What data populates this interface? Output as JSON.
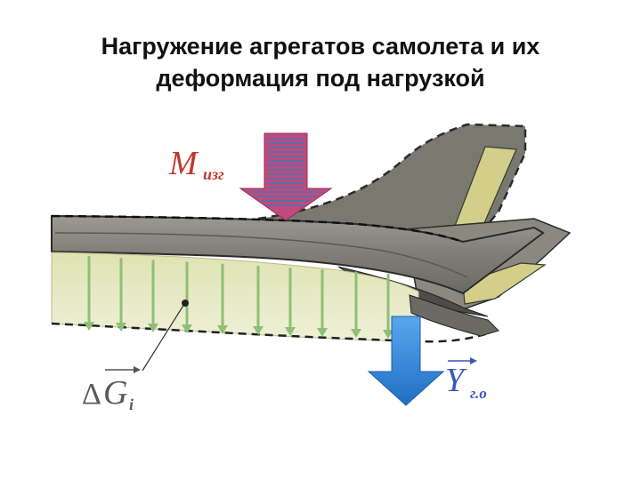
{
  "slide": {
    "title_line1": "Нагружение агрегатов самолета и их",
    "title_line2": "деформация под нагрузкой"
  },
  "diagram": {
    "label_moment_main": "M",
    "label_moment_sub": "изг",
    "label_weight_prefix": "Δ",
    "label_weight_main": "G",
    "label_weight_sub": "i",
    "label_lift_main": "Y",
    "label_lift_sub": "г.о",
    "colors": {
      "fuselage": "#86857d",
      "fuselage_dark": "#5e5d56",
      "tail_fin": "#7d7c72",
      "control_surface": "#d3ce8a",
      "loaded_section": "#e6e9c4",
      "load_arrow": "#8fbf73",
      "moment_arrow": "#c04a7c",
      "moment_stripes": "#5a6ea8",
      "lift_arrow": "#2d7fd6",
      "label_red": "#c0392b",
      "label_blue": "#3a57b6"
    }
  }
}
